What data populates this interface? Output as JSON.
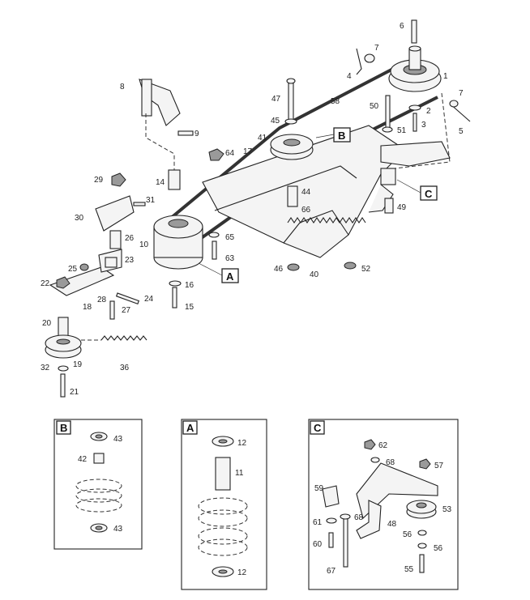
{
  "diagram": {
    "callouts": {
      "A": "A",
      "B": "B",
      "C": "C"
    },
    "main_parts": [
      "1",
      "2",
      "3",
      "4",
      "5",
      "6",
      "7",
      "7",
      "8",
      "9",
      "10",
      "14",
      "15",
      "16",
      "17",
      "18",
      "19",
      "20",
      "21",
      "22",
      "23",
      "24",
      "25",
      "26",
      "27",
      "28",
      "29",
      "30",
      "31",
      "32",
      "36",
      "40",
      "41",
      "44",
      "45",
      "46",
      "47",
      "49",
      "50",
      "51",
      "52",
      "58",
      "63",
      "64",
      "65",
      "66"
    ],
    "inset_b": {
      "title": "B",
      "parts": [
        "43",
        "42",
        "43"
      ]
    },
    "inset_a": {
      "title": "A",
      "parts": [
        "12",
        "11",
        "12"
      ]
    },
    "inset_c": {
      "title": "C",
      "parts": [
        "62",
        "68",
        "57",
        "59",
        "53",
        "61",
        "68",
        "48",
        "56",
        "60",
        "56",
        "67",
        "55"
      ]
    }
  }
}
